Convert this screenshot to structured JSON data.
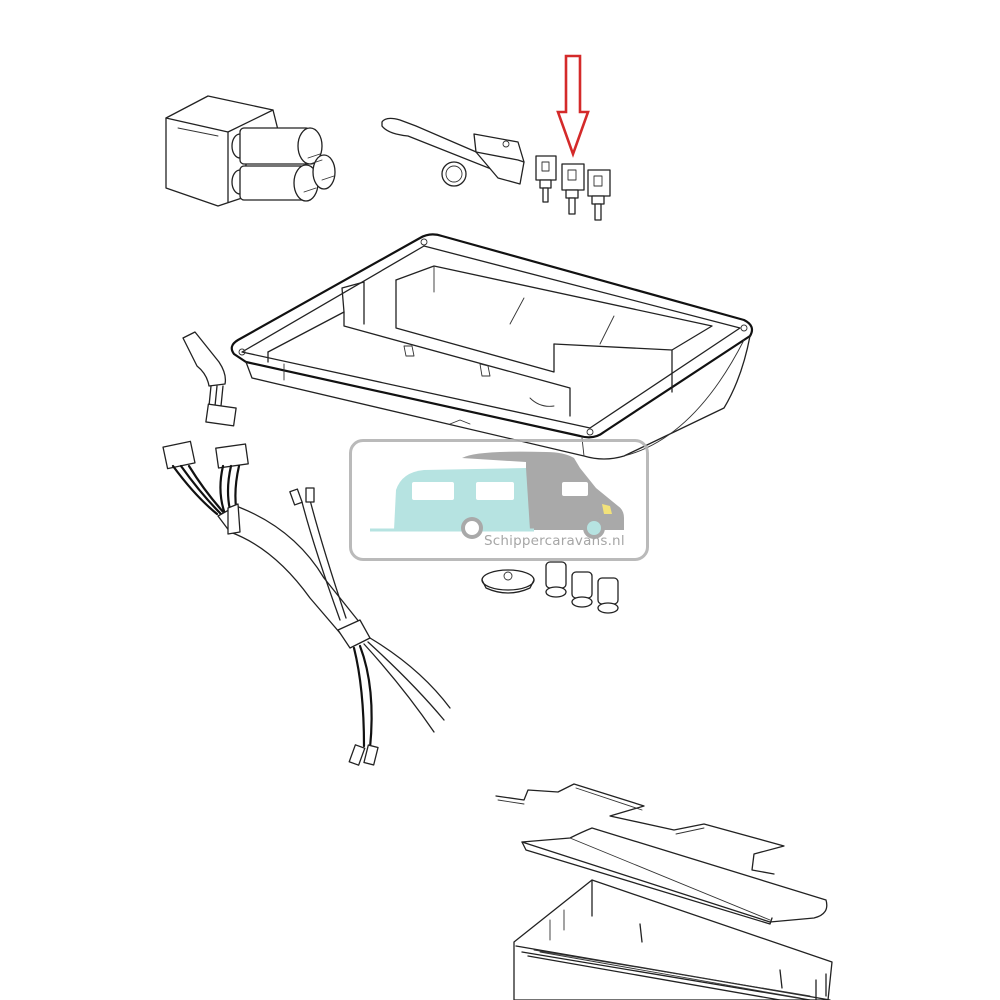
{
  "diagram": {
    "type": "exploded-parts-view",
    "subject": "roof hatch / ventilation unit assembly",
    "background": "#ffffff",
    "line_color": "#222222",
    "parts": [
      {
        "id": "motor-housing-with-capacitors",
        "label": "Motor housing with capacitors"
      },
      {
        "id": "lever-bracket-with-spring",
        "label": "Lever bracket with spring"
      },
      {
        "id": "rocker-switches",
        "label": "Switches (3x)",
        "highlighted": true
      },
      {
        "id": "base-frame",
        "label": "Base frame / tray"
      },
      {
        "id": "wire-connectors",
        "label": "Wire connectors"
      },
      {
        "id": "wiring-harness",
        "label": "Wiring harness"
      },
      {
        "id": "knob-and-buttons",
        "label": "Rotary knob and push-button caps"
      },
      {
        "id": "wire-bracket",
        "label": "Wire bracket"
      },
      {
        "id": "cover-lid",
        "label": "Cover lid"
      },
      {
        "id": "lower-housing",
        "label": "Lower housing"
      }
    ],
    "highlight_arrow": {
      "color": "#d42a2a",
      "direction": "down",
      "points_to": "rocker-switches"
    }
  },
  "watermark": {
    "text": "Schippercaravans.nl",
    "caravan_color": "#b6e3e1",
    "camper_color": "#a9a9a9",
    "headlight_color": "#f2e27a",
    "border_color": "#b3b3b3"
  }
}
